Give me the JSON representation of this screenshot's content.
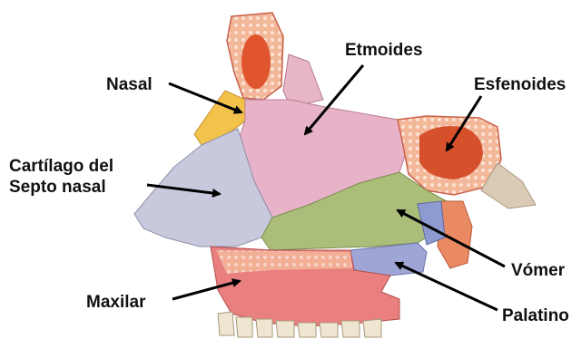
{
  "labels": {
    "nasal": "Nasal",
    "etmoides": "Etmoides",
    "esfenoides": "Esfenoides",
    "cartilago_line1": "Cartílago del",
    "cartilago_line2": "Septo nasal",
    "vomer": "Vómer",
    "maxilar": "Maxilar",
    "palatino": "Palatino"
  },
  "colors": {
    "nasal_bone": "#f2c24a",
    "ethmoid": "#e8b3c8",
    "sphenoid_bone": "#e98a63",
    "sphenoid_sinus": "#d6502c",
    "septal_cartilage": "#c9c9de",
    "vomer": "#aabd79",
    "palatine": "#9fa6d6",
    "maxilla": "#e97f7f",
    "teeth": "#efe6d2",
    "arrow": "#000000"
  }
}
